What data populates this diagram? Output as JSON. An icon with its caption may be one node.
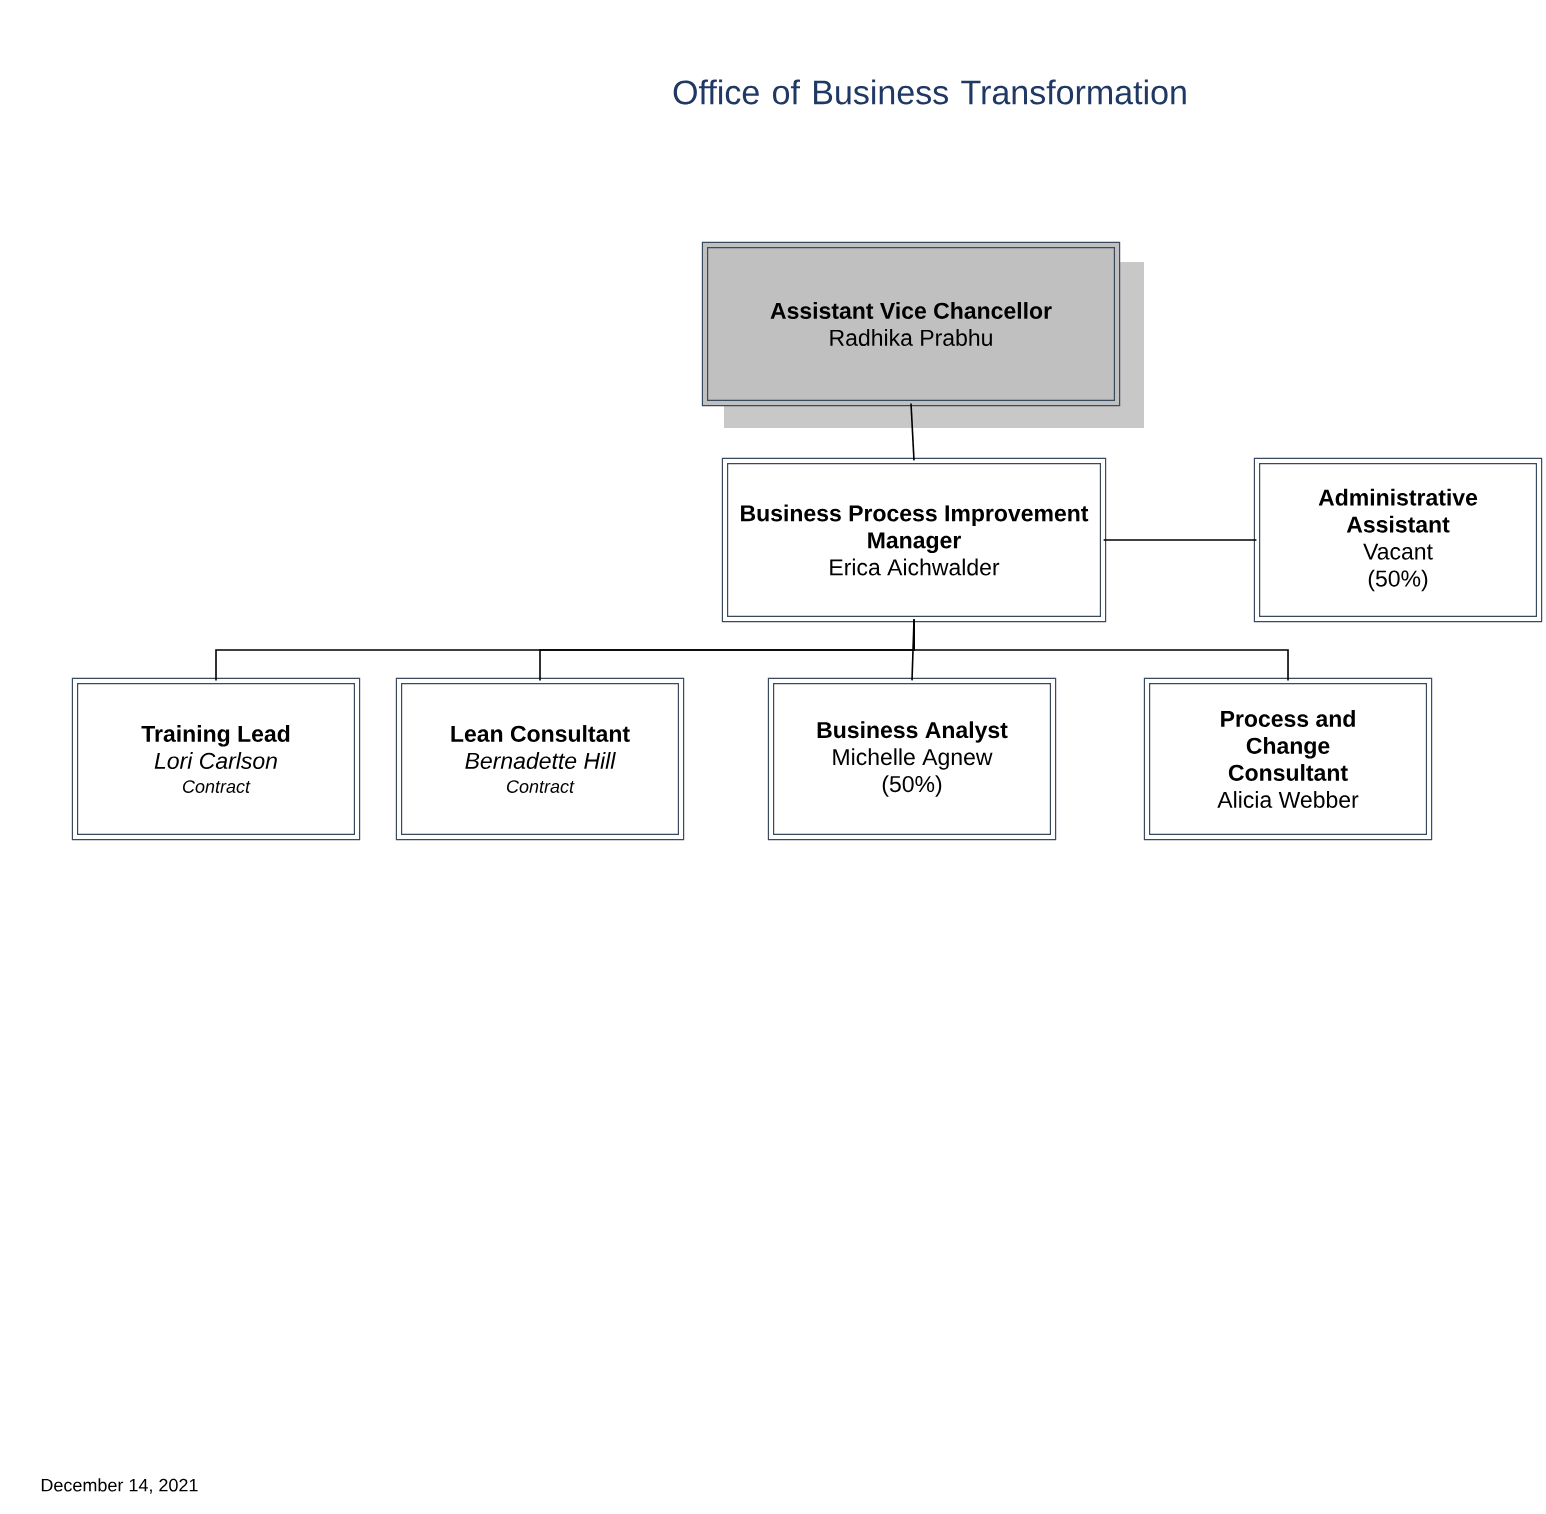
{
  "diagram": {
    "title": "Office of Business Transformation",
    "nodes": [
      {
        "text": [
          "Assistant Vice Chancellor",
          "Radhika Prabhu"
        ]
      },
      {
        "text": [
          "Business Process Improvement Manager",
          "Erica Aichwalder"
        ]
      },
      {
        "text": [
          "Administrative Assistant",
          "Vacant",
          "(50%)"
        ]
      },
      {
        "text": [
          "Training Lead",
          "Lori Carlson",
          "Contract"
        ]
      },
      {
        "text": [
          "Lean Consultant",
          "Bernadette Hill",
          "Contract"
        ]
      },
      {
        "text": [
          "Business Analyst",
          "Michelle Agnew",
          "(50%)"
        ]
      },
      {
        "text": [
          "Process and Change Consultant",
          "Alicia Webber"
        ]
      }
    ],
    "edges": [
      {
        "from": 0,
        "to": 1,
        "arrow": "none"
      },
      {
        "from": 1,
        "to": 2,
        "arrow": "none"
      },
      {
        "from": 1,
        "to": 3,
        "arrow": "none"
      },
      {
        "from": 1,
        "to": 4,
        "arrow": "none"
      },
      {
        "from": 1,
        "to": 5,
        "arrow": "none"
      },
      {
        "from": 1,
        "to": 6,
        "arrow": "none"
      }
    ],
    "labels": [
      "December 14, 2021"
    ]
  }
}
